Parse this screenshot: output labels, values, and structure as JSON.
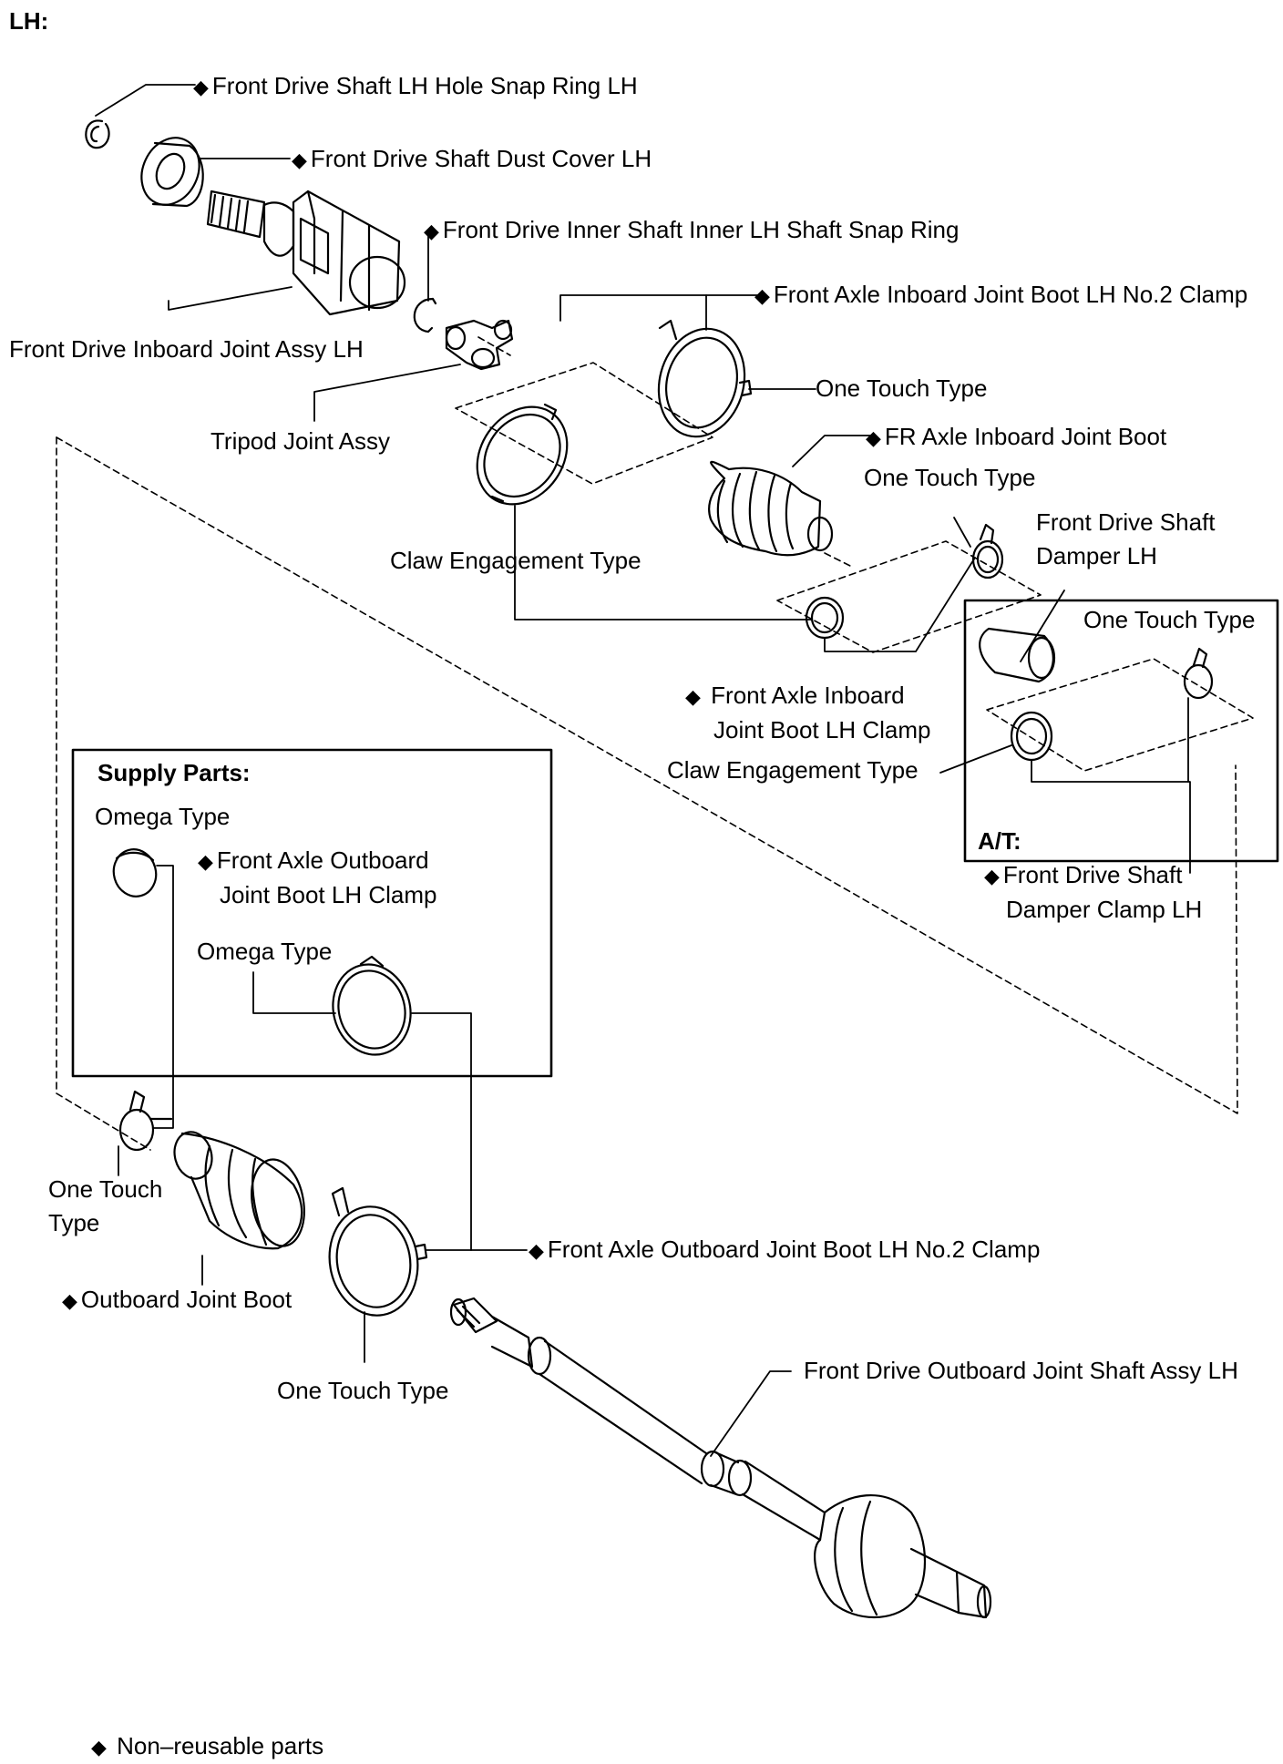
{
  "diagram": {
    "side_label": "LH:",
    "legend": {
      "marker": "◆",
      "text": "Non–reusable parts"
    },
    "boxes": {
      "supply_parts": "Supply Parts:",
      "at": "A/T:"
    },
    "labels": {
      "hole_snap_ring": "Front Drive Shaft LH Hole Snap Ring LH",
      "dust_cover": "Front Drive Shaft Dust Cover LH",
      "inner_shaft_snap_ring": "Front Drive Inner Shaft Inner LH Shaft Snap Ring",
      "inboard_no2_clamp": "Front Axle Inboard Joint Boot LH No.2 Clamp",
      "inboard_joint_assy": "Front Drive Inboard Joint Assy LH",
      "one_touch_1": "One Touch Type",
      "tripod_joint": "Tripod Joint Assy",
      "fr_axle_inboard_boot": "FR Axle Inboard Joint Boot",
      "one_touch_2": "One Touch Type",
      "damper_line1": "Front  Drive  Shaft",
      "damper_line2": "Damper LH",
      "claw_engagement_1": "Claw Engagement Type",
      "one_touch_3": "One Touch Type",
      "inboard_clamp_line1": "Front Axle Inboard",
      "inboard_clamp_line2": "Joint Boot LH Clamp",
      "claw_engagement_2": "Claw Engagement Type",
      "omega_1": "Omega Type",
      "outboard_clamp_line1": "Front Axle Outboard",
      "outboard_clamp_line2": "Joint Boot LH Clamp",
      "damper_clamp_line1": "Front  Drive  Shaft",
      "damper_clamp_line2": "Damper Clamp LH",
      "omega_2": "Omega Type",
      "one_touch_4_line1": "One Touch",
      "one_touch_4_line2": "Type",
      "outboard_no2_clamp": "Front Axle Outboard Joint Boot LH No.2 Clamp",
      "outboard_joint_boot": "Outboard Joint Boot",
      "one_touch_5": "One Touch Type",
      "outboard_shaft_assy": "Front Drive Outboard Joint Shaft Assy LH"
    }
  }
}
